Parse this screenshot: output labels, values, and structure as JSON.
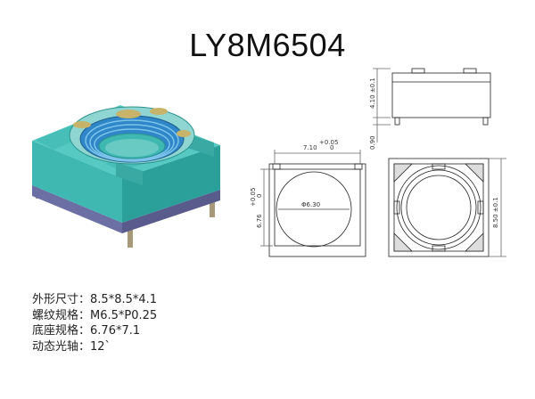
{
  "title": "LY8M6504",
  "dimensions": {
    "side_height": "4.10 ±0.1",
    "leg_height": "0.90",
    "bottom_width": "7.10",
    "bottom_width_tol_plus": "+0.05",
    "bottom_width_tol_minus": "0",
    "bottom_height": "6.76",
    "bottom_height_tol_plus": "+0.05",
    "bottom_height_tol_minus": "0",
    "bore_diameter": "Φ6.30",
    "top_size": "8.50 ±0.1"
  },
  "specs": [
    {
      "label": "外形尺寸：",
      "value": "8.5*8.5*4.1"
    },
    {
      "label": "螺纹规格：",
      "value": "M6.5*P0.25"
    },
    {
      "label": "底座规格：",
      "value": "6.76*7.1"
    },
    {
      "label": "动态光轴：",
      "value": "12`"
    }
  ],
  "colors": {
    "body": "#3fb8b2",
    "body_dark": "#2b938e",
    "base": "#6b6fa3",
    "thread": "#2f86c8"
  }
}
